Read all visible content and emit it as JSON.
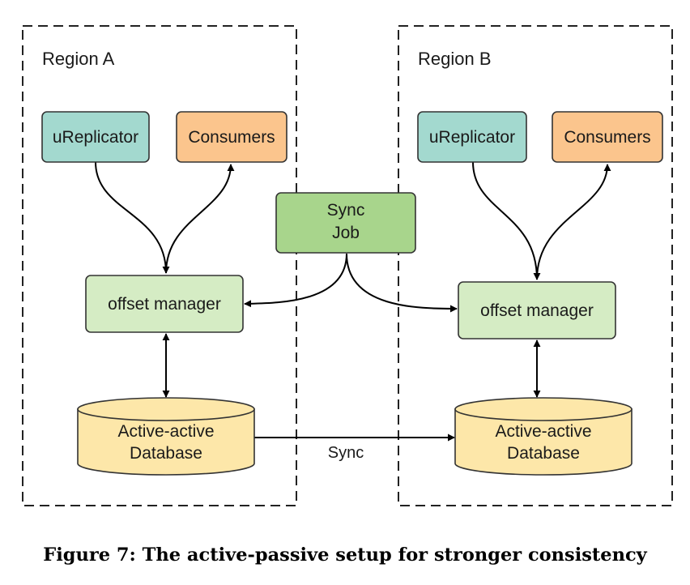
{
  "regions": {
    "a": {
      "title": "Region A"
    },
    "b": {
      "title": "Region B"
    }
  },
  "nodes": {
    "a_replicator": "uReplicator",
    "a_consumers": "Consumers",
    "a_offset": "offset manager",
    "a_db_line1": "Active-active",
    "a_db_line2": "Database",
    "b_replicator": "uReplicator",
    "b_consumers": "Consumers",
    "b_offset": "offset manager",
    "b_db_line1": "Active-active",
    "b_db_line2": "Database",
    "sync_job_line1": "Sync",
    "sync_job_line2": "Job"
  },
  "edges": {
    "db_sync_label": "Sync"
  },
  "colors": {
    "replicator_fill": "#a3d9cf",
    "consumers_fill": "#fbc58d",
    "offset_fill": "#d5ecc4",
    "sync_job_fill": "#a8d58c",
    "database_fill": "#fde7a9",
    "stroke": "#333333"
  },
  "caption": "Figure 7: The active-passive setup for stronger consistency"
}
